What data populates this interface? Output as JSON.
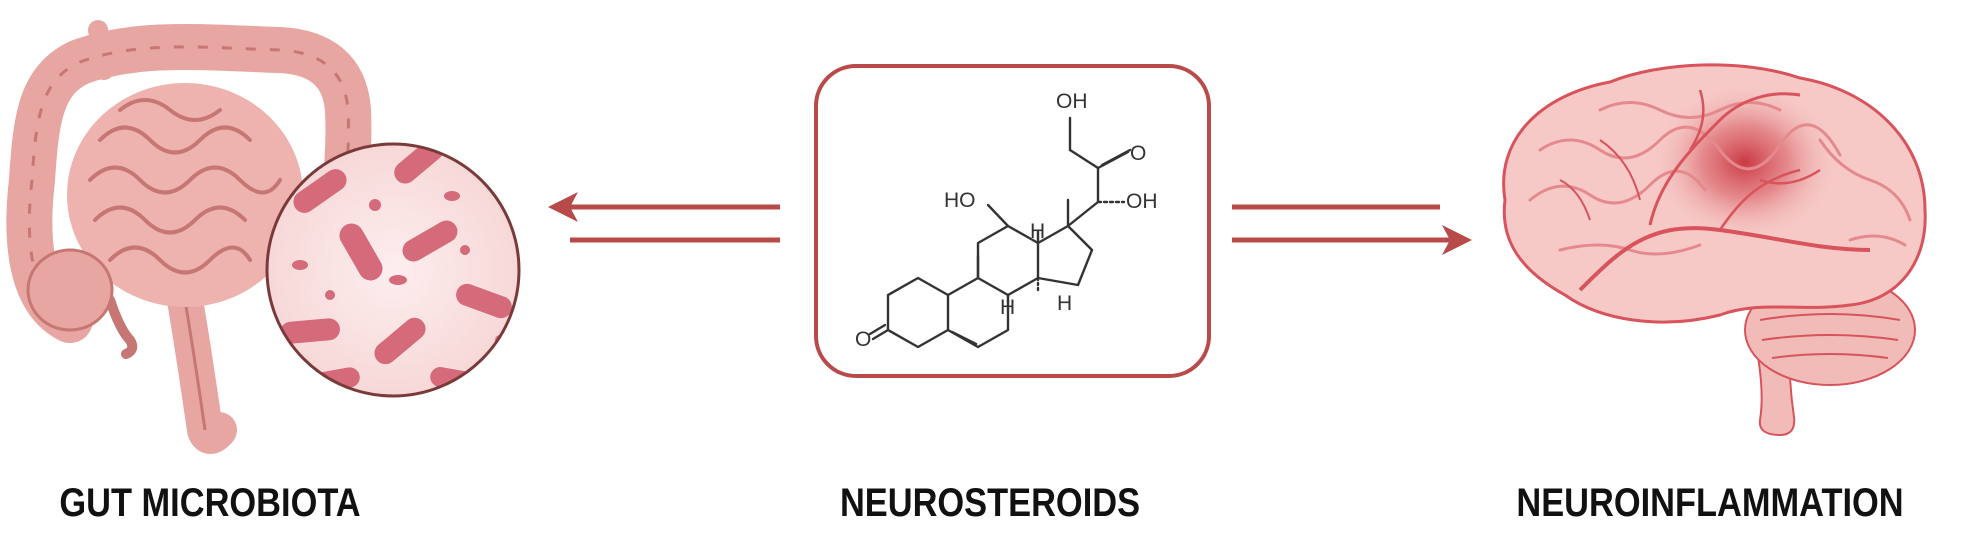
{
  "gut": {
    "label": "GUT MICROBIOTA"
  },
  "steroid": {
    "label": "NEUROSTEROIDS",
    "atoms": {
      "oh_top": "OH",
      "ketone_o_side": "O",
      "oh_17": "OH",
      "ho_11": "HO",
      "h_8": "H",
      "h_9": "H",
      "h_14": "H",
      "ketone_o_3": "O"
    }
  },
  "brain": {
    "label": "NEUROINFLAMMATION"
  },
  "colors": {
    "accent": "#b94a4a",
    "gut_fill": "#e8a6a2",
    "gut_dark": "#c77773",
    "bacteria": "#d46a7a",
    "brain_fill": "#f6c9c6",
    "vessel": "#d8535c",
    "hotspot": "#c8323c"
  },
  "icons": [
    "intestine-illustration",
    "microbe-magnifier",
    "steroid-structure",
    "brain-illustration"
  ]
}
